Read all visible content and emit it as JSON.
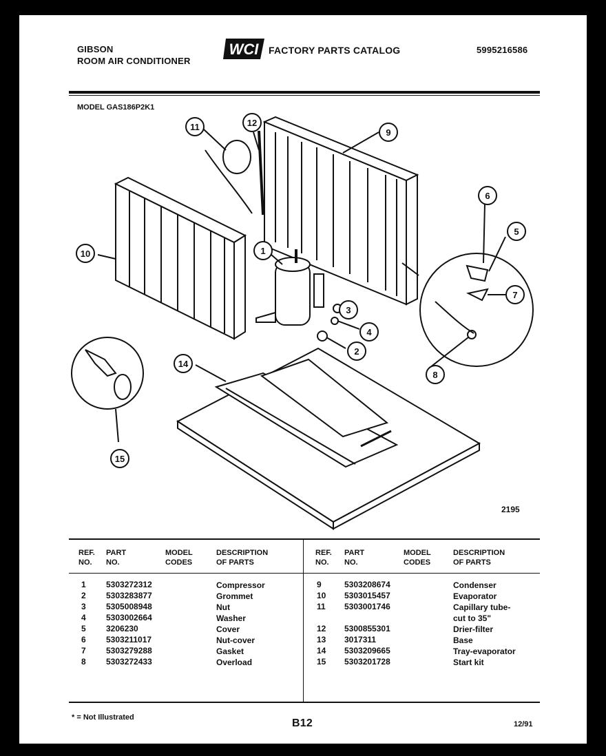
{
  "header": {
    "brand": "GIBSON",
    "product": "ROOM AIR CONDITIONER",
    "logo": "WCI",
    "catalog": "FACTORY PARTS CATALOG",
    "doc_number": "5995216586",
    "model": "MODEL GAS186P2K1"
  },
  "diagram": {
    "code": "2195",
    "callouts": [
      "1",
      "2",
      "3",
      "4",
      "5",
      "6",
      "7",
      "8",
      "9",
      "10",
      "11",
      "12",
      "14",
      "15"
    ]
  },
  "table": {
    "headers": {
      "ref": "REF.\nNO.",
      "part": "PART\nNO.",
      "model": "MODEL\nCODES",
      "desc": "DESCRIPTION\nOF PARTS"
    },
    "left": [
      {
        "ref": "1",
        "part": "5303272312",
        "code": "",
        "desc": "Compressor"
      },
      {
        "ref": "2",
        "part": "5303283877",
        "code": "",
        "desc": "Grommet"
      },
      {
        "ref": "3",
        "part": "5305008948",
        "code": "",
        "desc": "Nut"
      },
      {
        "ref": "4",
        "part": "5303002664",
        "code": "",
        "desc": "Washer"
      },
      {
        "ref": "5",
        "part": "3206230",
        "code": "",
        "desc": "Cover"
      },
      {
        "ref": "6",
        "part": "5303211017",
        "code": "",
        "desc": "Nut-cover"
      },
      {
        "ref": "7",
        "part": "5303279288",
        "code": "",
        "desc": "Gasket"
      },
      {
        "ref": "8",
        "part": "5303272433",
        "code": "",
        "desc": "Overload"
      }
    ],
    "right": [
      {
        "ref": "9",
        "part": "5303208674",
        "code": "",
        "desc": "Condenser"
      },
      {
        "ref": "10",
        "part": "5303015457",
        "code": "",
        "desc": "Evaporator"
      },
      {
        "ref": "11",
        "part": "5303001746",
        "code": "",
        "desc": "Capillary tube-\ncut to 35\""
      },
      {
        "ref": "12",
        "part": "5300855301",
        "code": "",
        "desc": "Drier-filter"
      },
      {
        "ref": "13",
        "part": "3017311",
        "code": "",
        "desc": "Base"
      },
      {
        "ref": "14",
        "part": "5303209665",
        "code": "",
        "desc": "Tray-evaporator"
      },
      {
        "ref": "15",
        "part": "5303201728",
        "code": "",
        "desc": "Start kit"
      }
    ]
  },
  "footer": {
    "note": "* = Not Illustrated",
    "page": "B12",
    "date": "12/91"
  }
}
